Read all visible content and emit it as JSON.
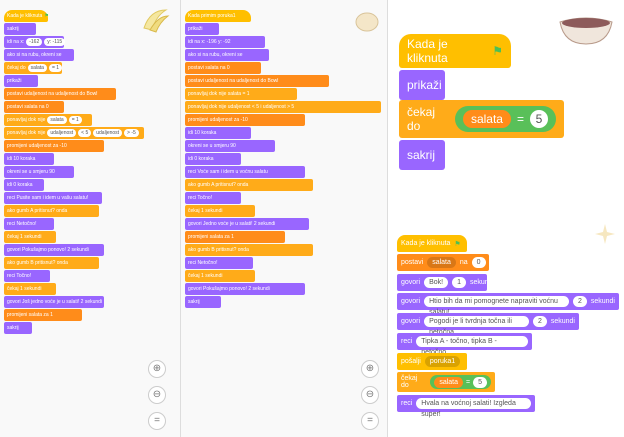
{
  "colors": {
    "events": "#ffbf00",
    "looks": "#9966ff",
    "control": "#ffab19",
    "operators": "#59c059",
    "sensing": "#5cb1d6",
    "data": "#ff8c1a",
    "sound": "#cf63cf"
  },
  "zoom_controls": {
    "zoom_in": "⊕",
    "zoom_out": "⊖",
    "reset": "="
  },
  "panel1": {
    "blocks": [
      {
        "t": "ev",
        "text": "Kada je kliknuta",
        "flag": true
      },
      {
        "t": "lk",
        "text": "sakrij"
      },
      {
        "t": "lk",
        "text": "idi na x:",
        "pills": [
          "-162",
          "y: -115"
        ]
      },
      {
        "t": "lk",
        "text": "ako si na rubu, okreni se"
      },
      {
        "t": "ct",
        "text": "čekaj do",
        "pills": [
          "salata",
          "= 1"
        ]
      },
      {
        "t": "lk",
        "text": "prikaži"
      },
      {
        "t": "dt",
        "text": "postavi  udaljenost  na  udaljenost do  Bowl"
      },
      {
        "t": "dt",
        "text": "postavi  salata  na  0"
      },
      {
        "t": "ct",
        "text": "ponavljaj dok nije",
        "pills": [
          "salata",
          "= 1"
        ]
      },
      {
        "t": "ct",
        "text": "ponavljaj dok nije",
        "pills": [
          "udaljenost",
          "< 5",
          "udaljenost",
          "> -5"
        ]
      },
      {
        "t": "dt",
        "text": "promijeni  udaljenost  za  -10"
      },
      {
        "t": "lk",
        "text": "idi  10  koraka"
      },
      {
        "t": "lk",
        "text": "okreni se u smjeru  90"
      },
      {
        "t": "lk",
        "text": "idi  0  koraka"
      },
      {
        "t": "lk",
        "text": "reci  Pusite sam i idem u vašu salatu!"
      },
      {
        "t": "ct",
        "text": "ako  gumb  A  pritisnut?  onda"
      },
      {
        "t": "lk",
        "text": "reci  Netočno!"
      },
      {
        "t": "ct",
        "text": "čekaj  1  sekundi"
      },
      {
        "t": "lk",
        "text": "govori  Pokušajmo ponovo!  2  sekundi"
      },
      {
        "t": "ct",
        "text": "ako  gumb  B  pritisnut?  onda"
      },
      {
        "t": "lk",
        "text": "reci  Točno!"
      },
      {
        "t": "ct",
        "text": "čekaj  1  sekundi"
      },
      {
        "t": "lk",
        "text": "govori  Još jedno voće je u salati!  2  sekundi"
      },
      {
        "t": "dt",
        "text": "promijeni  salata  za  1"
      },
      {
        "t": "lk",
        "text": "sakrij"
      }
    ]
  },
  "panel2": {
    "blocks": [
      {
        "t": "ev",
        "text": "Kada primim  poruka1"
      },
      {
        "t": "lk",
        "text": "prikaži"
      },
      {
        "t": "lk",
        "text": "idi na x:  -196  y:  -92"
      },
      {
        "t": "lk",
        "text": "ako si na rubu, okreni se"
      },
      {
        "t": "dt",
        "text": "postavi  salata  na  0"
      },
      {
        "t": "dt",
        "text": "postavi  udaljenost  na  udaljenost do  Bowl"
      },
      {
        "t": "ct",
        "text": "ponavljaj dok nije  salata  = 1"
      },
      {
        "t": "ct",
        "text": "ponavljaj dok nije  udaljenost  < 5  i  udaljenost  > 5"
      },
      {
        "t": "dt",
        "text": "promijeni  udaljenost  za  -10"
      },
      {
        "t": "lk",
        "text": "idi  10  koraka"
      },
      {
        "t": "lk",
        "text": "okreni se u smjeru  90"
      },
      {
        "t": "lk",
        "text": "idi  0  koraka"
      },
      {
        "t": "lk",
        "text": "reci  Voće sam i idem u voćnu salatu"
      },
      {
        "t": "ct",
        "text": "ako  gumb  A  pritisnut?  onda"
      },
      {
        "t": "lk",
        "text": "reci  Točno!"
      },
      {
        "t": "ct",
        "text": "čekaj  1  sekundi"
      },
      {
        "t": "lk",
        "text": "govori  Jedno voće je u salati!  2  sekundi"
      },
      {
        "t": "dt",
        "text": "promijeni  salata  za  1"
      },
      {
        "t": "ct",
        "text": "ako  gumb  B  pritisnut?  onda"
      },
      {
        "t": "lk",
        "text": "reci  Netočno!"
      },
      {
        "t": "ct",
        "text": "čekaj  1  sekundi"
      },
      {
        "t": "lk",
        "text": "govori  Pokušajmo ponovo!  2  sekundi"
      },
      {
        "t": "lk",
        "text": "sakrij"
      }
    ]
  },
  "panel3": {
    "big": {
      "hat": "Kada je kliknuta",
      "show": "prikaži",
      "wait": "čekaj do",
      "var": "salata",
      "eq": "=",
      "num": "5",
      "hide": "sakrij"
    },
    "small": {
      "hat": "Kada je kliknuta",
      "set_label": "postavi",
      "set_var": "salata",
      "set_to": "na",
      "set_val": "0",
      "say1_label": "govori",
      "say1_text": "Bok!",
      "say1_n": "1",
      "say1_unit": "sekundi",
      "say2_label": "govori",
      "say2_text": "Htio bih da mi pomognete napraviti voćnu salatu!",
      "say2_n": "2",
      "say2_unit": "sekundi",
      "say3_label": "govori",
      "say3_text": "Pogodi je li tvrdnja točna ili netočna.",
      "say3_n": "2",
      "say3_unit": "sekundi",
      "say4_label": "reci",
      "say4_text": "Tipka A - točno, tipka B - netočno",
      "bc_label": "pošalji",
      "bc_msg": "poruka1",
      "wait_label": "čekaj do",
      "wait_var": "salata",
      "wait_eq": "=",
      "wait_val": "5",
      "say5_label": "reci",
      "say5_text": "Hvala na voćnoj salati! Izgleda super!"
    }
  }
}
